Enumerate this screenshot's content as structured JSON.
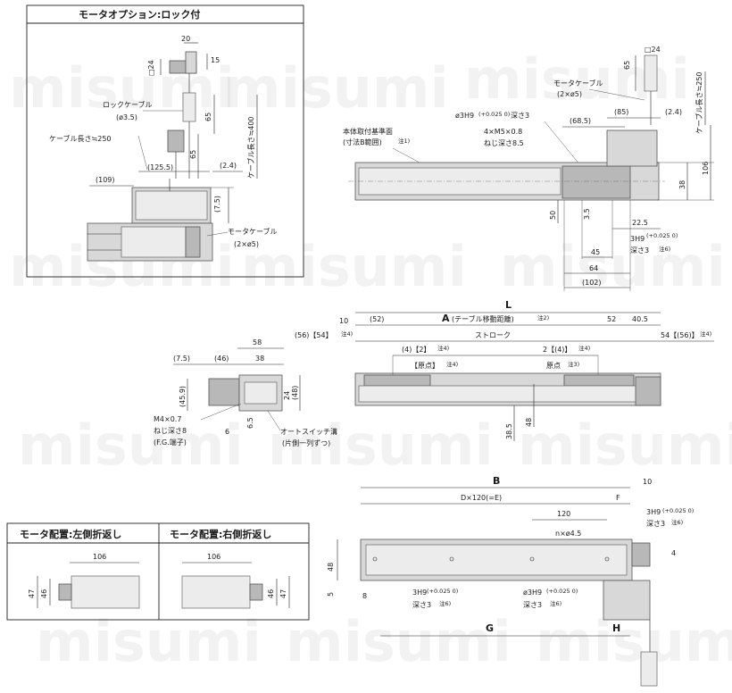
{
  "watermark": "misumi",
  "lock_option": {
    "title": "モータオプション:ロック付",
    "dims": {
      "d20": "20",
      "d15": "15",
      "sq24": "□24",
      "d65a": "65",
      "d65b": "65",
      "cable400": "ケーブル長さ≒400",
      "d125_5": "(125.5)",
      "d109": "(109)",
      "d2_4": "(2.4)",
      "d7_5": "(7.5)"
    },
    "lock_cable": "ロックケーブル",
    "lock_cable_dia": "(ø3.5)",
    "cable_len": "ケーブル長さ≒250",
    "motor_cable": "モータケーブル",
    "motor_cable_dia": "(2×ø5)"
  },
  "top_right": {
    "d65": "65",
    "sq24": "□24",
    "motor_cable": "モータケーブル",
    "motor_cable_dia": "(2×ø5)",
    "cable250": "ケーブル長さ≒250",
    "d68_5": "(68.5)",
    "d85": "(85)",
    "d2_4": "(2.4)",
    "pin_hole": "ø3H9",
    "tol": "(+0.025 0)",
    "depth3": "深さ3",
    "ref_surface": "本体取付基準面",
    "ref_note": "(寸法B範囲)",
    "note1": "注1)",
    "tap": "4×M5×0.8",
    "tap_depth": "ねじ深さ8.5",
    "d106": "106",
    "d38": "38",
    "d50": "50",
    "d3_5": "3.5",
    "d22_5": "22.5",
    "d45": "45",
    "d64": "64",
    "d102": "(102)",
    "slot": "3H9",
    "slot_depth": "深さ3",
    "note6": "注6)"
  },
  "side_view": {
    "d7_5": "(7.5)",
    "d46": "(46)",
    "d38": "38",
    "d58": "58",
    "d45_9": "(45.9)",
    "d48": "(48)",
    "d24": "24",
    "d6": "6",
    "d6_5": "6.5",
    "tap": "M4×0.7",
    "tap_depth": "ねじ深さ8",
    "fg": "(F.G.端子)",
    "auto_switch": "オートスイッチ溝",
    "auto_switch_sub": "(片側一列ずつ)"
  },
  "front_view": {
    "L": "L",
    "d10": "10",
    "d52a": "(52)",
    "A": "A",
    "A_desc": "(テーブル移動距離)",
    "note2": "注2)",
    "d52b": "52",
    "d40_5": "40.5",
    "left_total": "(56)【54】",
    "note4": "注4)",
    "stroke": "ストローク",
    "right_total": "54【(56)】",
    "left_sub": "(4)【2】",
    "right_sub": "2【(4)】",
    "origin_left": "【原点】",
    "origin_right": "原点",
    "note3": "注3)",
    "d38_5": "38.5",
    "d48": "48"
  },
  "motor_left": {
    "title": "モータ配置:左側折返し",
    "d106": "106",
    "d47": "47",
    "d46": "46"
  },
  "motor_right": {
    "title": "モータ配置:右側折返し",
    "d106": "106",
    "d46": "46",
    "d47": "47"
  },
  "bottom_view": {
    "B": "B",
    "d10": "10",
    "DxE": "D×120(=E)",
    "F": "F",
    "d120": "120",
    "holes": "n×ø4.5",
    "pin": "3H9",
    "tol": "(+0.025 0)",
    "depth": "深さ3",
    "note6": "注6)",
    "d48": "48",
    "d5": "5",
    "d8": "8",
    "d4": "4",
    "pin_left": "3H9",
    "pin_mid": "ø3H9",
    "G": "G",
    "H": "H"
  }
}
